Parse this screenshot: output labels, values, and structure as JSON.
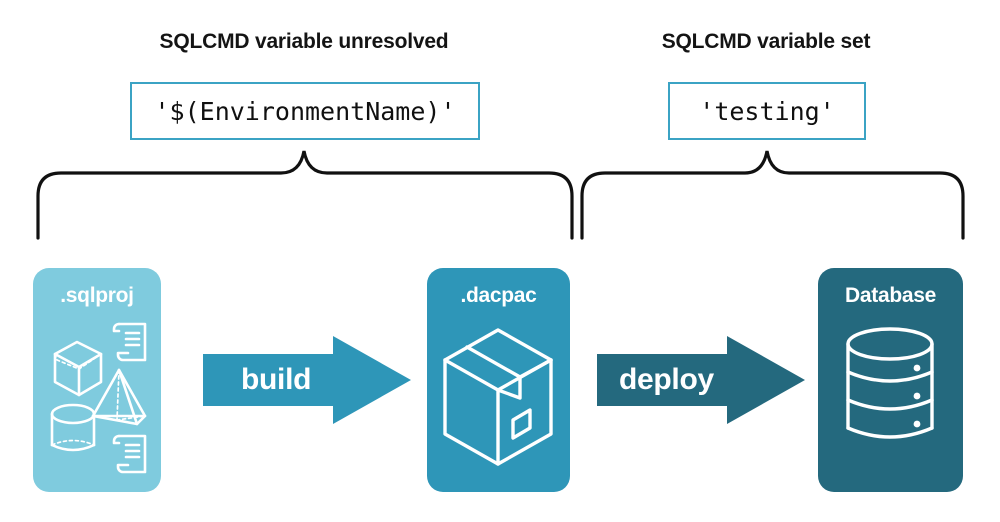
{
  "diagram": {
    "groups": [
      {
        "id": "unresolved",
        "title": "SQLCMD variable unresolved",
        "value": "'$(EnvironmentName)'"
      },
      {
        "id": "set",
        "title": "SQLCMD variable set",
        "value": "'testing'"
      }
    ],
    "artifacts": [
      {
        "id": "sqlproj",
        "label": ".sqlproj",
        "color": "#7FCBDE",
        "icons": [
          "cube-wireframe-icon",
          "pyramid-wireframe-icon",
          "cylinder-wireframe-icon",
          "script-scroll-icon",
          "script-scroll-icon"
        ]
      },
      {
        "id": "dacpac",
        "label": ".dacpac",
        "color": "#2E96B8",
        "icons": [
          "package-box-icon"
        ]
      },
      {
        "id": "database",
        "label": "Database",
        "color": "#24697E",
        "icons": [
          "database-cylinder-icon"
        ]
      }
    ],
    "arrows": [
      {
        "id": "build",
        "label": "build",
        "color": "#2E96B8"
      },
      {
        "id": "deploy",
        "label": "deploy",
        "color": "#24697E"
      }
    ],
    "colors": {
      "brace": "#111111",
      "code_border": "#3BA3C4",
      "text": "#141414",
      "background": "#ffffff"
    }
  }
}
